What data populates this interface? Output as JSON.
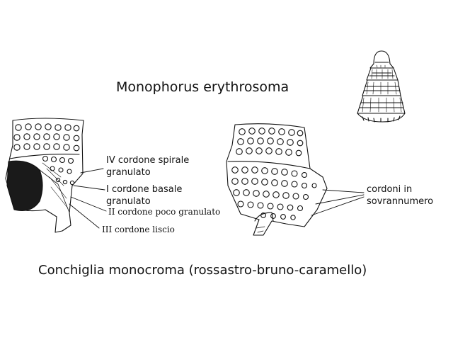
{
  "title": "Monophorus erythrosoma",
  "caption": "Conchiglia monocroma (rossastro-bruno-caramello)",
  "left_shell": {
    "labels": {
      "cord_iv": [
        "IV cordone spirale",
        "granulato"
      ],
      "cord_i": [
        "I cordone basale",
        "granulato"
      ],
      "cord_ii": "II cordone poco granulato",
      "cord_iii": "III cordone liscio"
    }
  },
  "right_shell": {
    "label": [
      "cordoni in",
      "sovrannumero"
    ]
  },
  "colors": {
    "ink": "#111111",
    "aperture": "#1a1a1a",
    "background": "#ffffff"
  }
}
